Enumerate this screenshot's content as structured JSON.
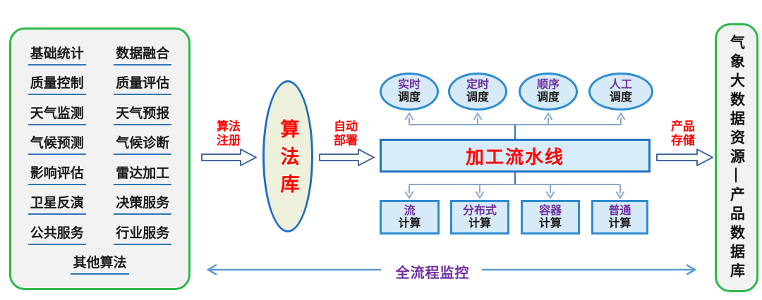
{
  "colors": {
    "panel_border_green": "#2db84c",
    "panel_bg": "#f2f2f2",
    "pipeline_border_blue": "#2073c2",
    "node_border_blue": "#2e8cd0",
    "node_fill_blue": "#d7eaf8",
    "library_fill": "#edf0da",
    "accent_red": "#ff0000",
    "accent_purple": "#7030a0",
    "underline_blue": "#2e75b6",
    "connector_blue": "#8ba6cf",
    "monitor_arrow_blue": "#5b9bd5"
  },
  "algorithm_panel": {
    "rows": [
      {
        "left": "基础统计",
        "right": "数据融合"
      },
      {
        "left": "质量控制",
        "right": "质量评估"
      },
      {
        "left": "天气监测",
        "right": "天气预报"
      },
      {
        "left": "气候预测",
        "right": "气候诊断"
      },
      {
        "left": "影响评估",
        "right": "雷达加工"
      },
      {
        "left": "卫星反演",
        "right": "决策服务"
      },
      {
        "left": "公共服务",
        "right": "行业服务"
      }
    ],
    "footer": "其他算法"
  },
  "flow": {
    "register": {
      "line1": "算法",
      "line2": "注册"
    },
    "algorithm_library": "算法库",
    "deploy": {
      "line1": "自动",
      "line2": "部署"
    },
    "pipeline": "加工流水线",
    "storage": {
      "line1": "产品",
      "line2": "存储"
    }
  },
  "schedulers": [
    {
      "type": "实时",
      "suffix": "调度"
    },
    {
      "type": "定时",
      "suffix": "调度"
    },
    {
      "type": "顺序",
      "suffix": "调度"
    },
    {
      "type": "人工",
      "suffix": "调度"
    }
  ],
  "computes": [
    {
      "type": "流",
      "suffix": "计算"
    },
    {
      "type": "分布式",
      "suffix": "计算"
    },
    {
      "type": "容器",
      "suffix": "计算"
    },
    {
      "type": "普通",
      "suffix": "计算"
    }
  ],
  "output_panel": {
    "label": "气象大数据资源—产品数据库"
  },
  "monitor": {
    "label": "全流程监控"
  }
}
